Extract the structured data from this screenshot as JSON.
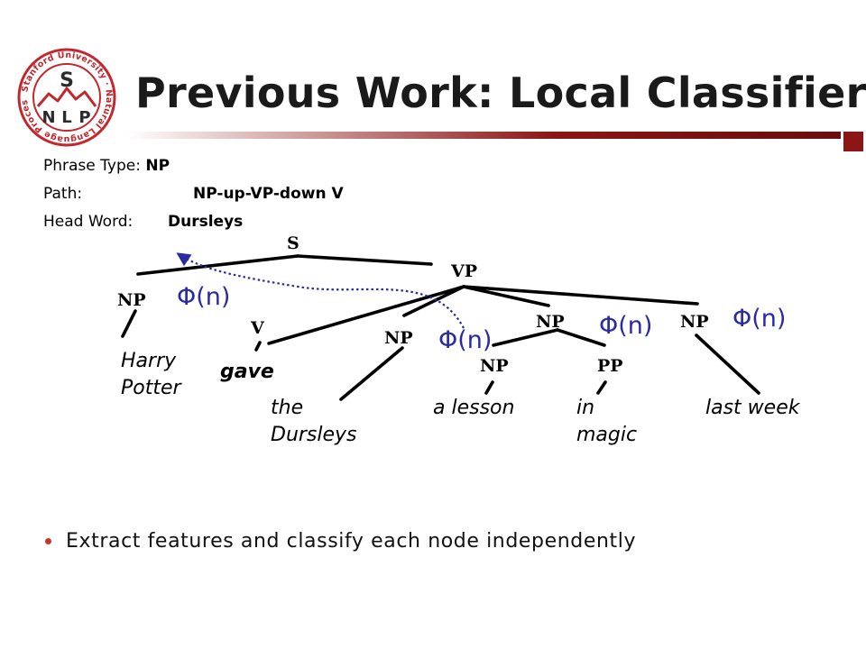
{
  "logo": {
    "ring_text": "Stanford University · Natural Language Processing",
    "letters": {
      "s": "S",
      "n": "N",
      "l": "L",
      "p": "P"
    },
    "color": "#c1272d"
  },
  "title": "Previous Work: Local Classifiers",
  "features": [
    {
      "label": "Phrase Type:",
      "value": "NP"
    },
    {
      "label": "Path:",
      "value": "NP-up-VP-down V"
    },
    {
      "label": "Head Word:",
      "value": "Dursleys"
    }
  ],
  "tree": {
    "nodes": {
      "s": "S",
      "vp": "VP",
      "np_subject": "NP",
      "v": "V",
      "np_indirect": "NP",
      "np_object": "NP",
      "np_lesson": "NP",
      "pp": "PP",
      "np_time": "NP"
    },
    "phi_label": "Φ(n)",
    "words": {
      "harry_potter": [
        "Harry",
        "Potter"
      ],
      "gave": "gave",
      "the_dursleys": [
        "the",
        "Dursleys"
      ],
      "a_lesson": "a lesson",
      "in_magic": [
        "in",
        "magic"
      ],
      "last_week": "last week"
    },
    "colors": {
      "phi": "#2a2ba0",
      "path_arrow": "#2a2ba0"
    }
  },
  "bullet": "Extract features and classify each node independently"
}
